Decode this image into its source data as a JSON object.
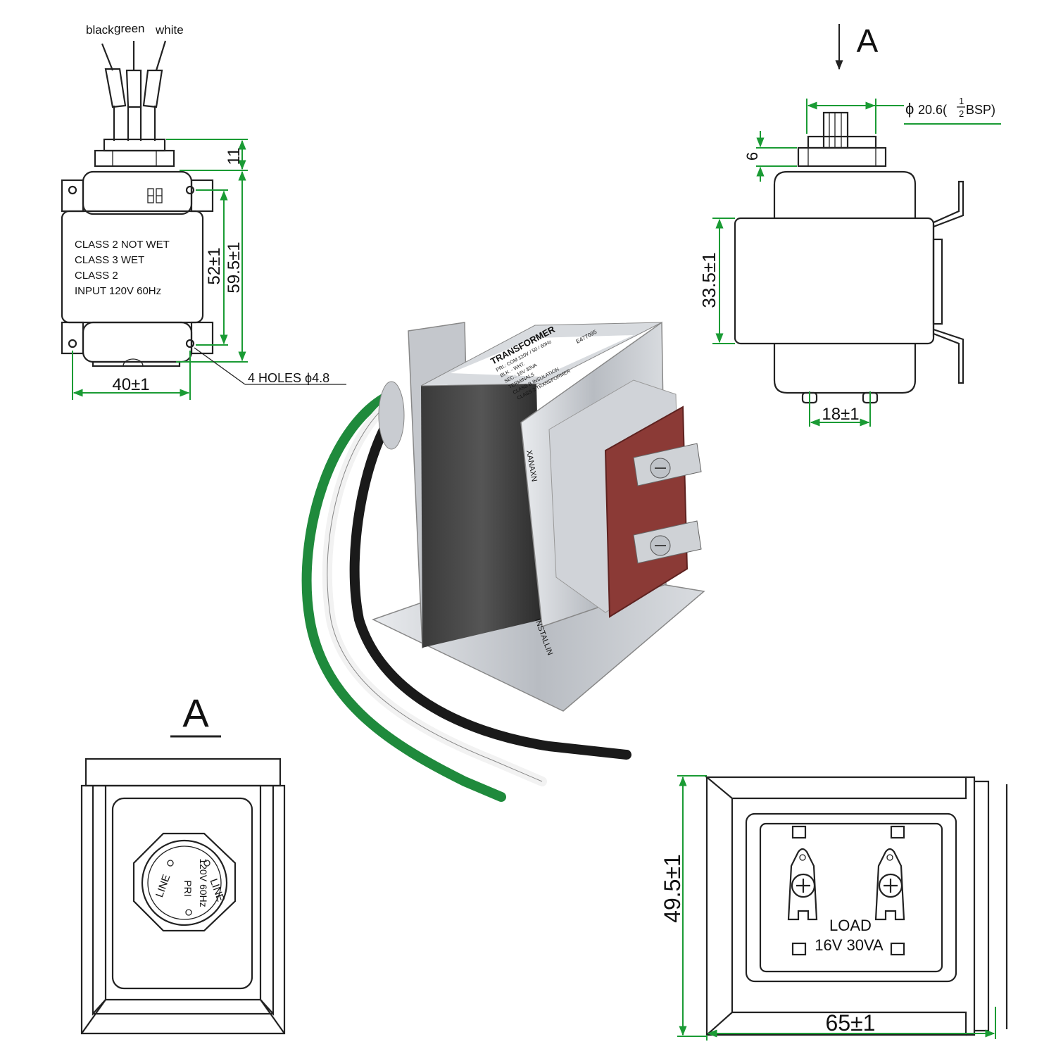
{
  "colors": {
    "outline": "#222222",
    "dimension_line": "#1a9b34",
    "text": "#111111",
    "wire_green": "#1f8a3c",
    "wire_white": "#f2f2f2",
    "wire_black": "#1a1a1a",
    "terminal_board": "#8b3a36",
    "metal": "#c9ccd1"
  },
  "front_view": {
    "wire_labels": [
      "black",
      "green",
      "white"
    ],
    "label_lines": [
      "CLASS 2 NOT WET",
      "CLASS 3 WET",
      "CLASS 2",
      "INPUT 120V 60Hz"
    ],
    "dim_11": "11",
    "dim_52": "52±1",
    "dim_59_5": "59.5±1",
    "dim_40": "40±1",
    "holes_note": "4 HOLES ϕ4.8"
  },
  "side_view": {
    "view_label": "A",
    "dim_phi_prefix": "ϕ",
    "dim_phi_value": "20.6(",
    "dim_phi_frac_num": "1",
    "dim_phi_frac_den": "2",
    "dim_phi_suffix": "BSP)",
    "dim_6": "6",
    "dim_33_5": "33.5±1",
    "dim_18": "18±1"
  },
  "bottom_view_a": {
    "view_label": "A",
    "hub_text": [
      "LINE",
      "PRI",
      "120V 60Hz",
      "LINE"
    ]
  },
  "terminal_view": {
    "dim_49_5": "49.5±1",
    "dim_65": "65±1",
    "load_label": "LOAD",
    "load_rating": "16V 30VA"
  },
  "product": {
    "label_title": "TRANSFORMER",
    "label_lines": [
      "PRI.: COM 120V / 50 / 60Hz",
      "BLK. - WHT.",
      "SEC.: 16V  30VA",
      "TERMINALS",
      "CLASS B INSULATION",
      "CLASS 2 TRANSFORMER"
    ],
    "cert": "E477095",
    "brand": "XANAXN",
    "base_text": "INSTALLIN"
  }
}
